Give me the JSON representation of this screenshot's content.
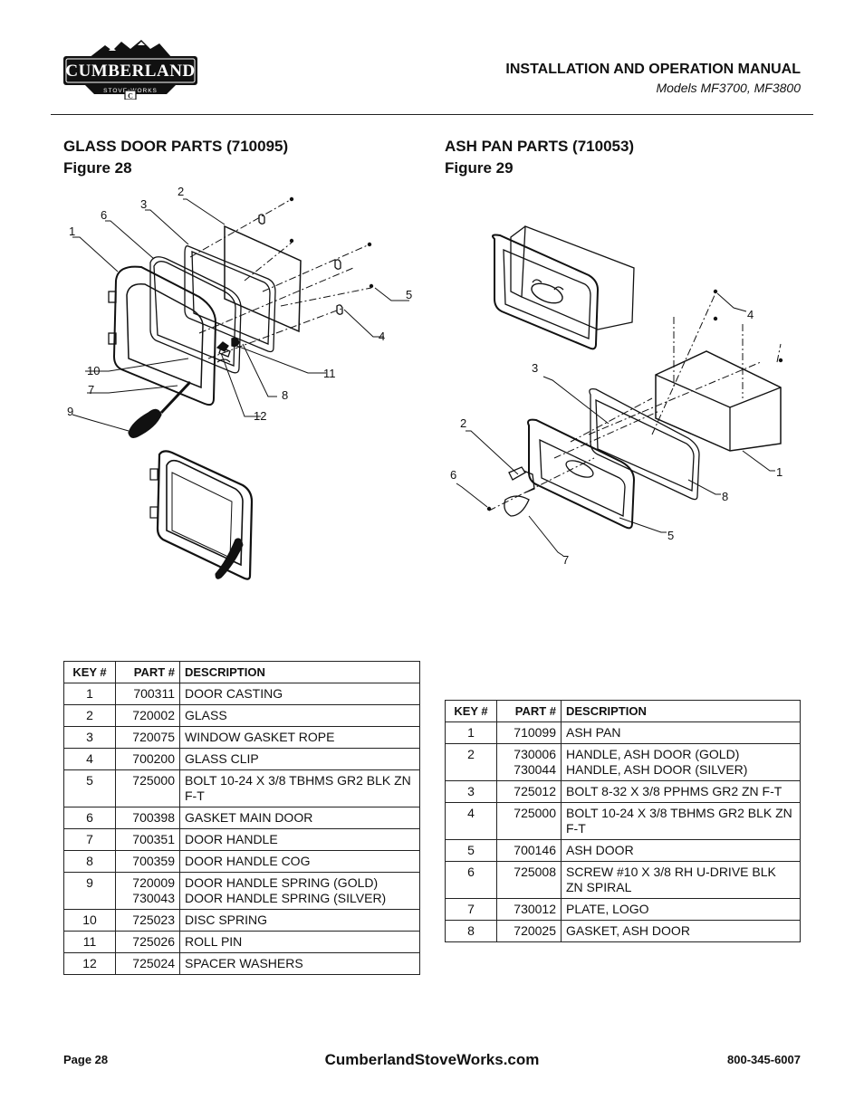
{
  "logo": {
    "brand": "CUMBERLAND",
    "tagline": "STOVE•WORKS",
    "badge": "C"
  },
  "header": {
    "title": "INSTALLATION AND OPERATION MANUAL",
    "subtitle": "Models MF3700, MF3800"
  },
  "glass_door": {
    "title": "GLASS DOOR PARTS (710095)",
    "figure": "Figure 28",
    "callouts": [
      "1",
      "2",
      "3",
      "4",
      "5",
      "6",
      "7",
      "8",
      "9",
      "10",
      "11",
      "12"
    ],
    "table": {
      "headers": [
        "KEY #",
        "PART #",
        "DESCRIPTION"
      ],
      "rows": [
        {
          "key": "1",
          "part": "700311",
          "desc": "DOOR CASTING"
        },
        {
          "key": "2",
          "part": "720002",
          "desc": "GLASS"
        },
        {
          "key": "3",
          "part": "720075",
          "desc": "WINDOW GASKET ROPE"
        },
        {
          "key": "4",
          "part": "700200",
          "desc": "GLASS CLIP"
        },
        {
          "key": "5",
          "part": "725000",
          "desc": " BOLT 10-24 X 3/8 TBHMS GR2 BLK ZN F-T"
        },
        {
          "key": "6",
          "part": "700398",
          "desc": "GASKET MAIN DOOR"
        },
        {
          "key": "7",
          "part": "700351",
          "desc": "DOOR HANDLE"
        },
        {
          "key": "8",
          "part": "700359",
          "desc": "DOOR HANDLE COG"
        },
        {
          "key": "9",
          "part": "720009\n730043",
          "desc": "DOOR HANDLE SPRING (GOLD)\nDOOR HANDLE SPRING (SILVER)"
        },
        {
          "key": "10",
          "part": "725023",
          "desc": "DISC SPRING"
        },
        {
          "key": "11",
          "part": "725026",
          "desc": "ROLL PIN"
        },
        {
          "key": "12",
          "part": "725024",
          "desc": "SPACER WASHERS"
        }
      ]
    }
  },
  "ash_pan": {
    "title": "ASH PAN PARTS (710053)",
    "figure": "Figure 29",
    "callouts": [
      "1",
      "2",
      "3",
      "4",
      "5",
      "6",
      "7",
      "8"
    ],
    "table": {
      "headers": [
        "KEY #",
        "PART #",
        "DESCRIPTION"
      ],
      "rows": [
        {
          "key": "1",
          "part": "710099",
          "desc": "ASH PAN"
        },
        {
          "key": "2",
          "part": "730006\n730044",
          "desc": "HANDLE, ASH DOOR (GOLD)\nHANDLE, ASH DOOR (SILVER)"
        },
        {
          "key": "3",
          "part": "725012",
          "desc": "BOLT 8-32 X 3/8 PPHMS GR2 ZN F-T"
        },
        {
          "key": "4",
          "part": "725000",
          "desc": "BOLT 10-24 X 3/8 TBHMS GR2 BLK ZN F-T"
        },
        {
          "key": "5",
          "part": "700146",
          "desc": "ASH DOOR"
        },
        {
          "key": "6",
          "part": "725008",
          "desc": "SCREW #10 X 3/8 RH U-DRIVE BLK ZN SPIRAL"
        },
        {
          "key": "7",
          "part": "730012",
          "desc": "PLATE, LOGO"
        },
        {
          "key": "8",
          "part": "720025",
          "desc": "GASKET, ASH DOOR"
        }
      ]
    }
  },
  "footer": {
    "page": "Page 28",
    "website": "CumberlandStoveWorks.com",
    "phone": "800-345-6007"
  }
}
